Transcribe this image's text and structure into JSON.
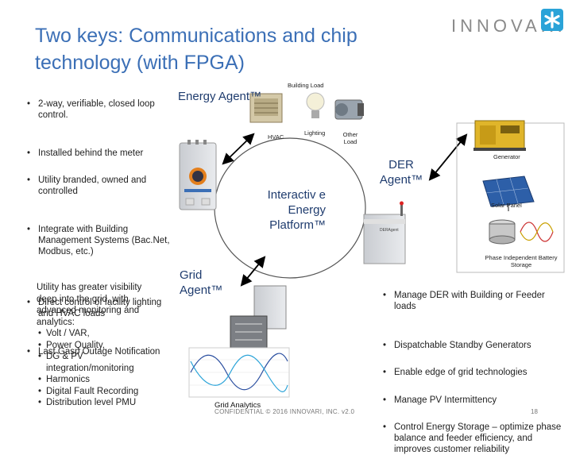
{
  "title": "Two keys:  Communications and chip technology (with FPGA)",
  "logo": {
    "text": "INNOVARI",
    "icon": "asterisk-icon",
    "color": "#2aa3d8"
  },
  "left_bullets": [
    "2-way, verifiable, closed loop control.",
    "Installed behind the meter",
    "Utility branded, owned and controlled",
    "Integrate with Building Management Systems (Bac.Net, Modbus, etc.)",
    "Direct control of facility lighting and HVAC loads",
    "Last Gasp Outage Notification"
  ],
  "utility": {
    "intro": "Utility has greater visibility deep into the grid, with advanced monitoring and analytics:",
    "items": [
      "Volt / VAR,",
      "Power Quality,",
      "DG & PV integration/monitoring",
      "Harmonics",
      "Digital Fault Recording",
      "Distribution level PMU"
    ]
  },
  "diagram": {
    "energy_agent": "Energy Agent™",
    "der_agent": "DER Agent™",
    "grid_agent": "Grid Agent™",
    "platform": "Interactiv e Energy Platform™",
    "building_load": "Building Load",
    "hvac": "HVAC",
    "lighting": "Lighting",
    "other_load": "Other Load",
    "generator": "Generator",
    "solar_panel": "Solar Panel",
    "battery": "Phase Independent Battery Storage",
    "grid_analytics": "Grid Analytics",
    "der_box_label": "DERAgent"
  },
  "right_bullets": [
    "Manage DER with Building or Feeder loads",
    "Dispatchable Standby Generators",
    "Enable edge of grid technologies",
    "Manage PV Intermittency",
    "Control Energy Storage – optimize phase balance and feeder efficiency, and improves customer reliability"
  ],
  "footer": "CONFIDENTIAL © 2016  INNOVARI, INC. v2.0",
  "page_number": "18"
}
